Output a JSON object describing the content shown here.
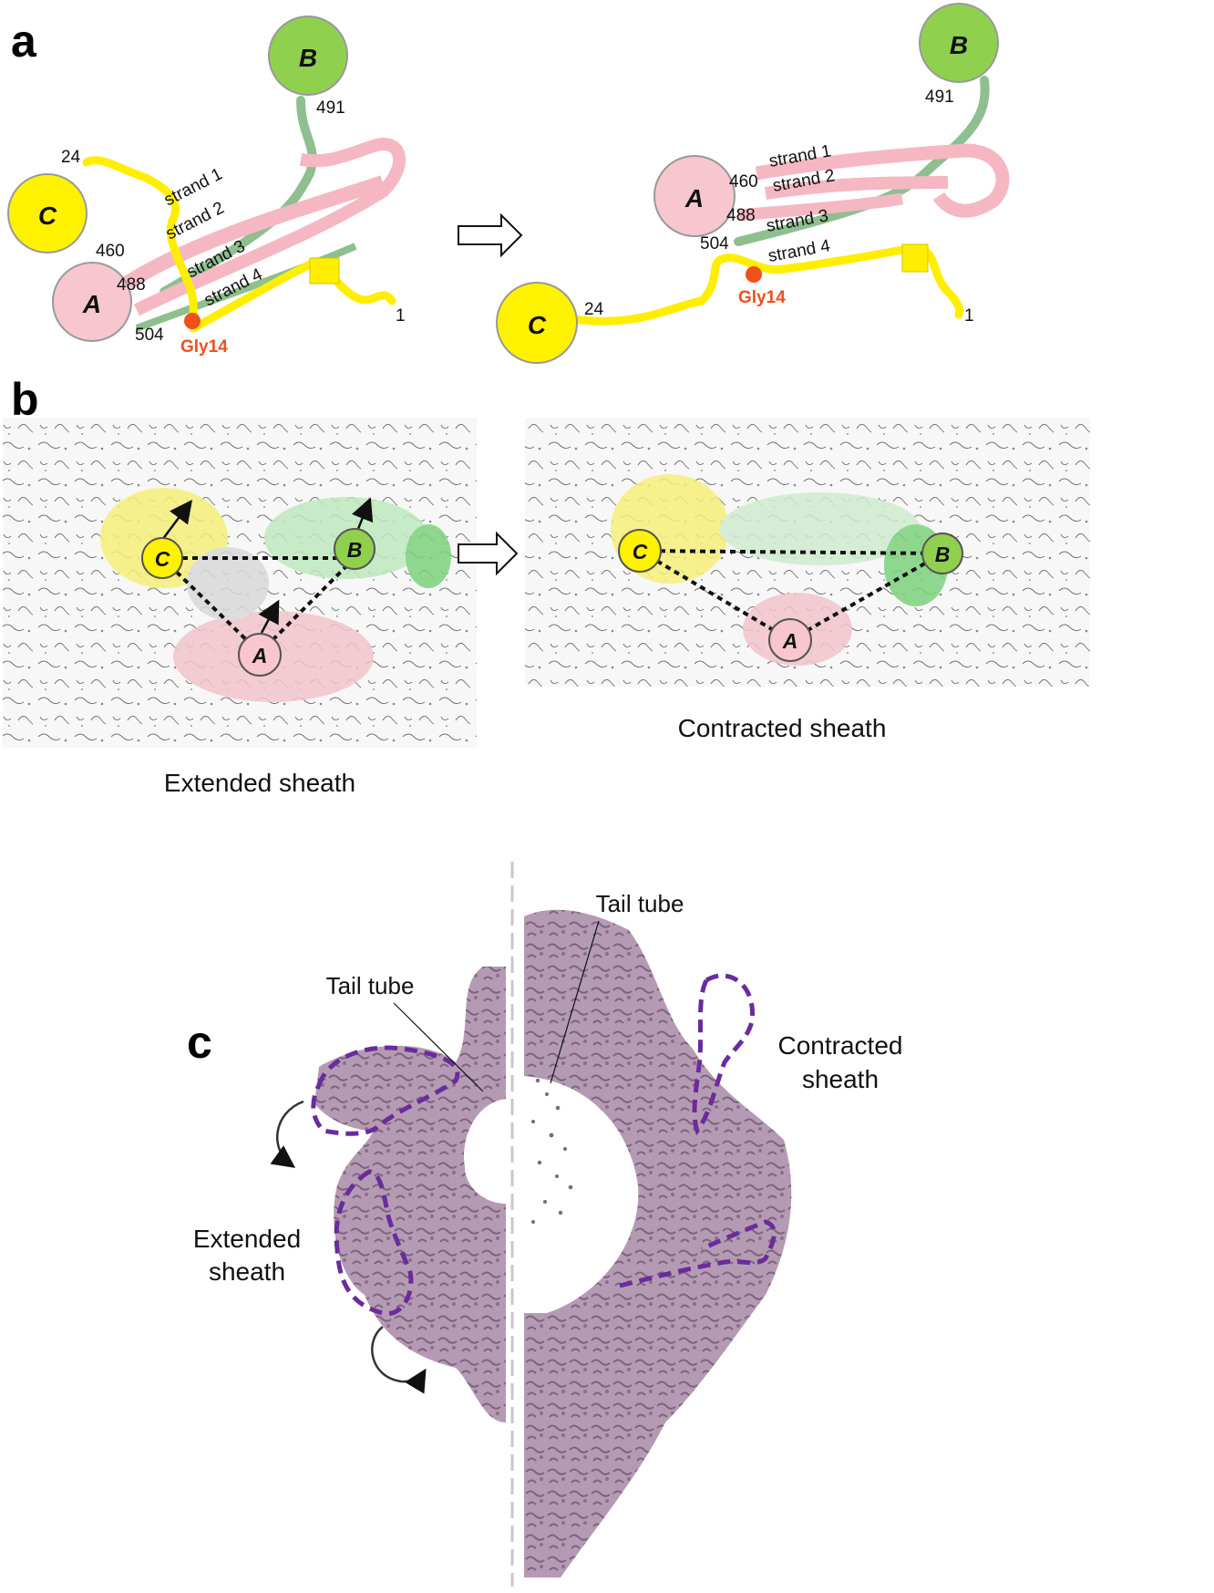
{
  "panels": {
    "a": {
      "label": "a",
      "domains": [
        "A",
        "B",
        "C"
      ],
      "residues": [
        "24",
        "460",
        "488",
        "504",
        "491",
        "1"
      ],
      "strands": [
        "strand 1",
        "strand 2",
        "strand 3",
        "strand 4"
      ],
      "glycine": "Gly14"
    },
    "b": {
      "label": "b",
      "extended_caption": "Extended sheath",
      "contracted_caption": "Contracted sheath",
      "domains": [
        "A",
        "B",
        "C"
      ]
    },
    "c": {
      "label": "c",
      "tail_tube": "Tail tube",
      "extended_line1": "Extended",
      "extended_line2": "sheath",
      "contracted_line1": "Contracted",
      "contracted_line2": "sheath"
    }
  },
  "colors": {
    "domain_A": "#f7c6cf",
    "domain_B": "#8fd14f",
    "domain_C": "#fff200",
    "strand_pink": "#f5b8c2",
    "strand_green": "#8fbf8f",
    "glycine": "#f0501e",
    "density_purple": "#a98aa8",
    "outline_purple": "#6a2c9c"
  }
}
